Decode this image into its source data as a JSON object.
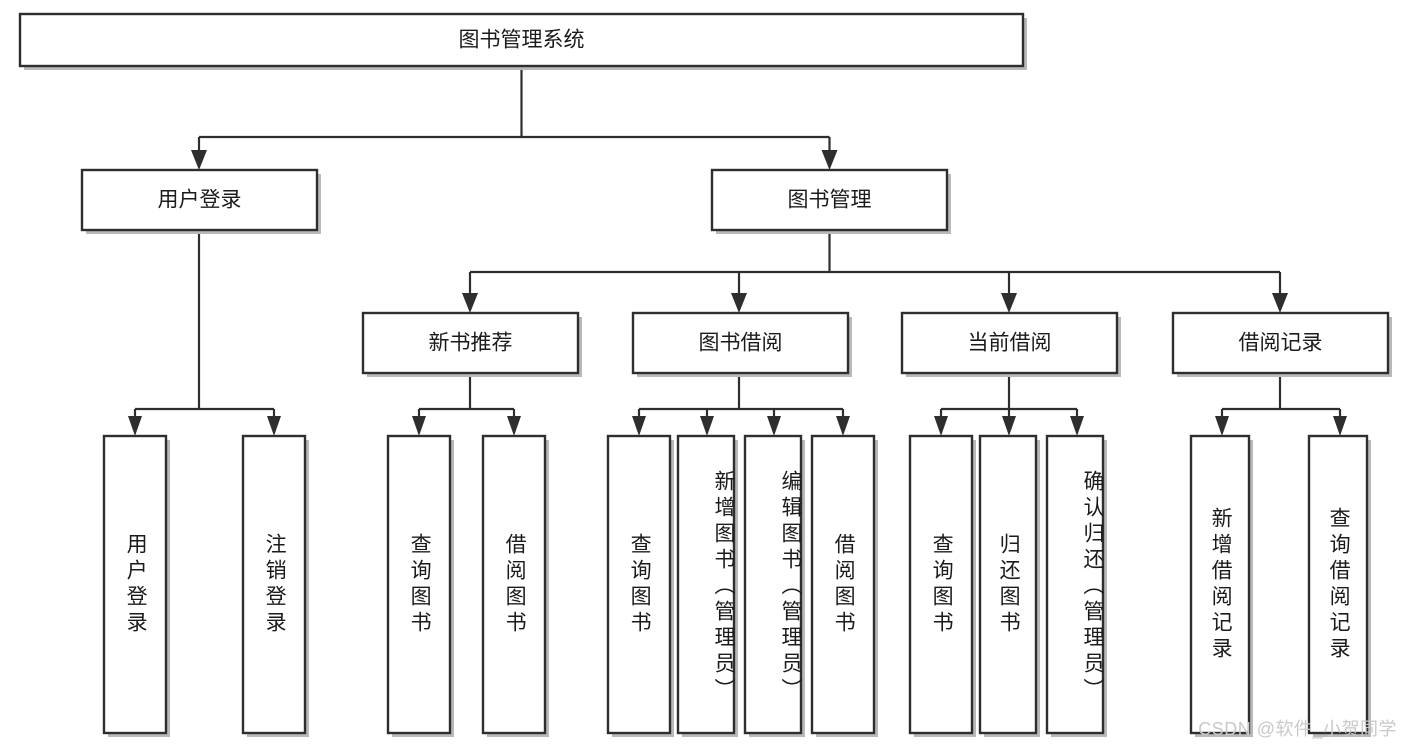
{
  "diagram": {
    "type": "tree",
    "title": "图书管理系统",
    "watermark": "CSDN @软件_小贺同学",
    "colors": {
      "box_stroke": "#2e2e2e",
      "box_fill": "#ffffff",
      "shadow": "#b9b9b9",
      "text": "#1b1b1b",
      "watermark": "#c9c9c9"
    },
    "levels": {
      "root": {
        "label": "图书管理系统"
      },
      "level2": [
        {
          "label": "用户登录"
        },
        {
          "label": "图书管理"
        }
      ],
      "level3": [
        {
          "label": "新书推荐"
        },
        {
          "label": "图书借阅"
        },
        {
          "label": "当前借阅"
        },
        {
          "label": "借阅记录"
        }
      ],
      "leaves": {
        "user_login": [
          {
            "label": "用户登录"
          },
          {
            "label": "注销登录"
          }
        ],
        "new_book_recommend": [
          {
            "label": "查询图书"
          },
          {
            "label": "借阅图书"
          }
        ],
        "book_borrow": [
          {
            "label": "查询图书"
          },
          {
            "label": "新增图书（管理员）"
          },
          {
            "label": "编辑图书（管理员）"
          },
          {
            "label": "借阅图书"
          }
        ],
        "current_borrow": [
          {
            "label": "查询图书"
          },
          {
            "label": "归还图书"
          },
          {
            "label": "确认归还（管理员）"
          }
        ],
        "borrow_record": [
          {
            "label": "新增借阅记录"
          },
          {
            "label": "查询借阅记录"
          }
        ]
      }
    }
  }
}
